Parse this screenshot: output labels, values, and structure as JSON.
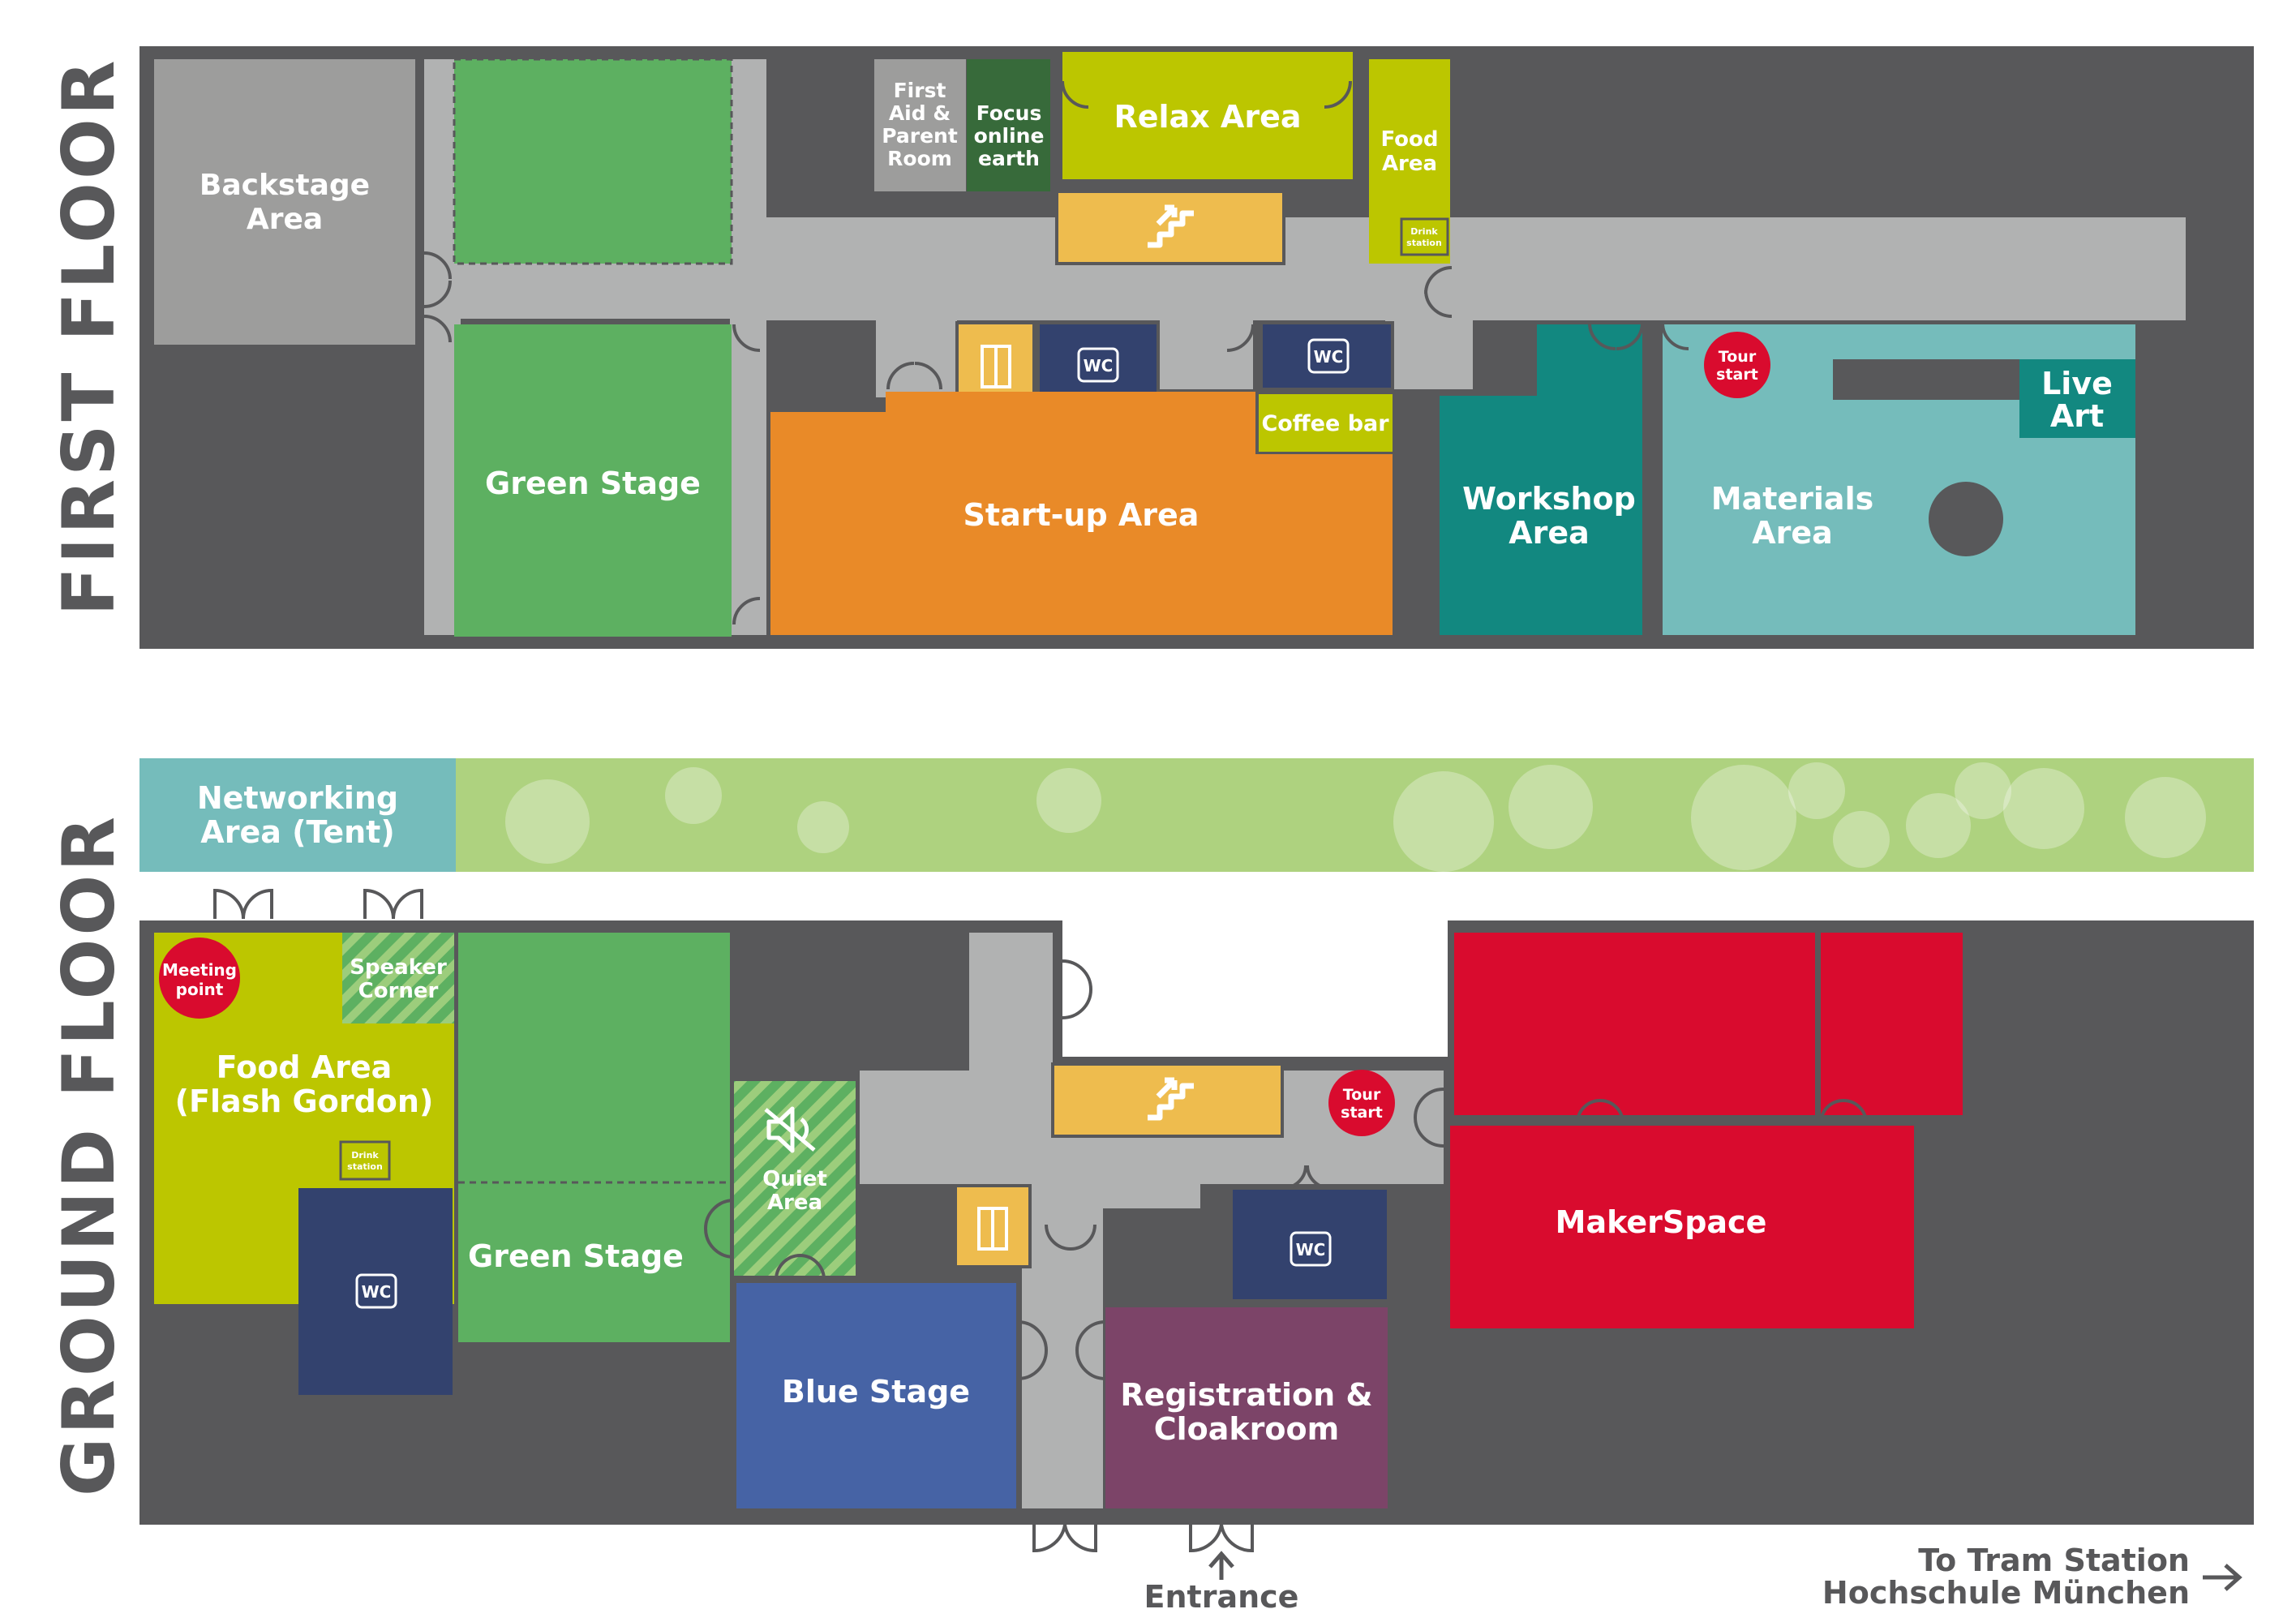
{
  "floors": {
    "first": {
      "title": "FIRST FLOOR",
      "rooms": {
        "backstage": [
          "Backstage",
          "Area"
        ],
        "first_aid": [
          "First",
          "Aid &",
          "Parent",
          "Room"
        ],
        "focus": [
          "Focus",
          "online",
          "earth"
        ],
        "relax": "Relax Area",
        "food": [
          "Food",
          "Area"
        ],
        "green_stage": "Green Stage",
        "startup": "Start-up Area",
        "coffee": "Coffee bar",
        "workshop": [
          "Workshop",
          "Area"
        ],
        "materials": [
          "Materials",
          "Area"
        ],
        "live_art": [
          "Live",
          "Art"
        ]
      },
      "markers": {
        "tour_start": [
          "Tour",
          "start"
        ],
        "drink": [
          "Drink",
          "station"
        ],
        "wc_1": "WC",
        "wc_2": "WC"
      }
    },
    "ground": {
      "title": "GROUND FLOOR",
      "rooms": {
        "networking": [
          "Networking",
          "Area (Tent)"
        ],
        "food": [
          "Food Area",
          "(Flash Gordon)"
        ],
        "speaker": [
          "Speaker",
          "Corner"
        ],
        "green_stage": "Green Stage",
        "quiet": [
          "Quiet",
          "Area"
        ],
        "blue_stage": "Blue Stage",
        "registration": [
          "Registration &",
          "Cloakroom"
        ],
        "makerspace": "MakerSpace"
      },
      "markers": {
        "meeting_point": [
          "Meeting",
          "point"
        ],
        "tour_start": [
          "Tour",
          "start"
        ],
        "drink": [
          "Drink",
          "station"
        ],
        "wc_1": "WC",
        "wc_2": "WC"
      }
    }
  },
  "entrance": "Entrance",
  "tram": [
    "To Tram Station",
    "Hochschule München"
  ],
  "colors": {
    "wall": "#58585a",
    "corridor": "#b1b2b2",
    "green": "#5db061",
    "lime": "#bcc600",
    "orange": "#e98a28",
    "teal": "#128880",
    "light_teal": "#75bcbb",
    "navy": "#33426e",
    "blue": "#4663a5",
    "purple": "#7c4468",
    "red": "#d90b2e",
    "yellow": "#eebc4e",
    "gray_room": "#9d9d9c",
    "dark_green": "#376a3a",
    "garden": "#aed27f"
  }
}
